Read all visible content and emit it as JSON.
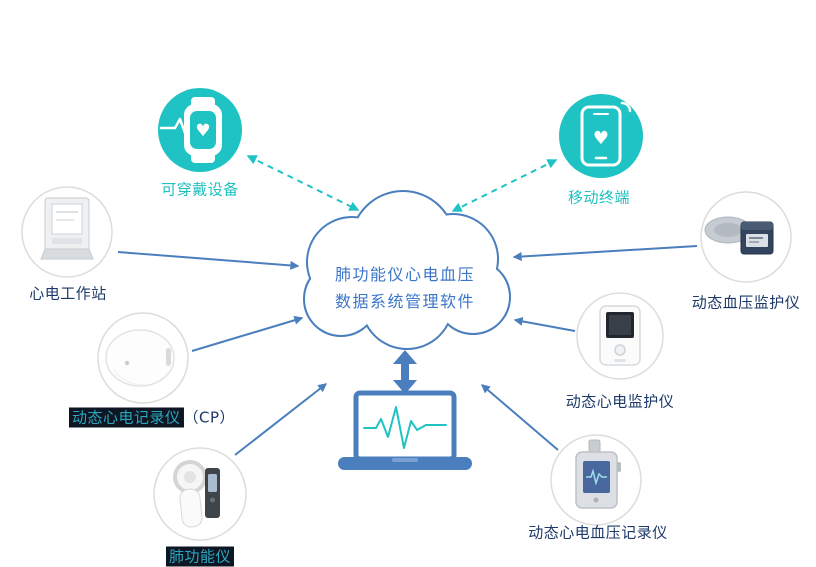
{
  "cloud": {
    "line1": "肺功能仪心电血压",
    "line2": "数据系统管理软件"
  },
  "nodes": {
    "wearable": {
      "label": "可穿戴设备"
    },
    "mobile": {
      "label": "移动终端"
    },
    "ecg_workstation": {
      "label": "心电工作站"
    },
    "holter_cp": {
      "label_main": "动态心电记录仪",
      "label_suffix": "（CP）"
    },
    "spirometer": {
      "label": "肺功能仪"
    },
    "bp_monitor": {
      "label": "动态血压监护仪"
    },
    "ecg_monitor": {
      "label": "动态心电监护仪"
    },
    "ecg_bp_recorder": {
      "label": "动态心电血压记录仪"
    }
  },
  "icons": {
    "heart": "♥"
  },
  "colors": {
    "teal": "#20c3c4",
    "arrow_blue": "#4a7ebd",
    "cloud_outline": "#4a7ebd",
    "cloud_text": "#3c76c9",
    "label_dark": "#1d3968",
    "highlight_bg": "#0e1624",
    "highlight_text": "#2ba7bd"
  }
}
